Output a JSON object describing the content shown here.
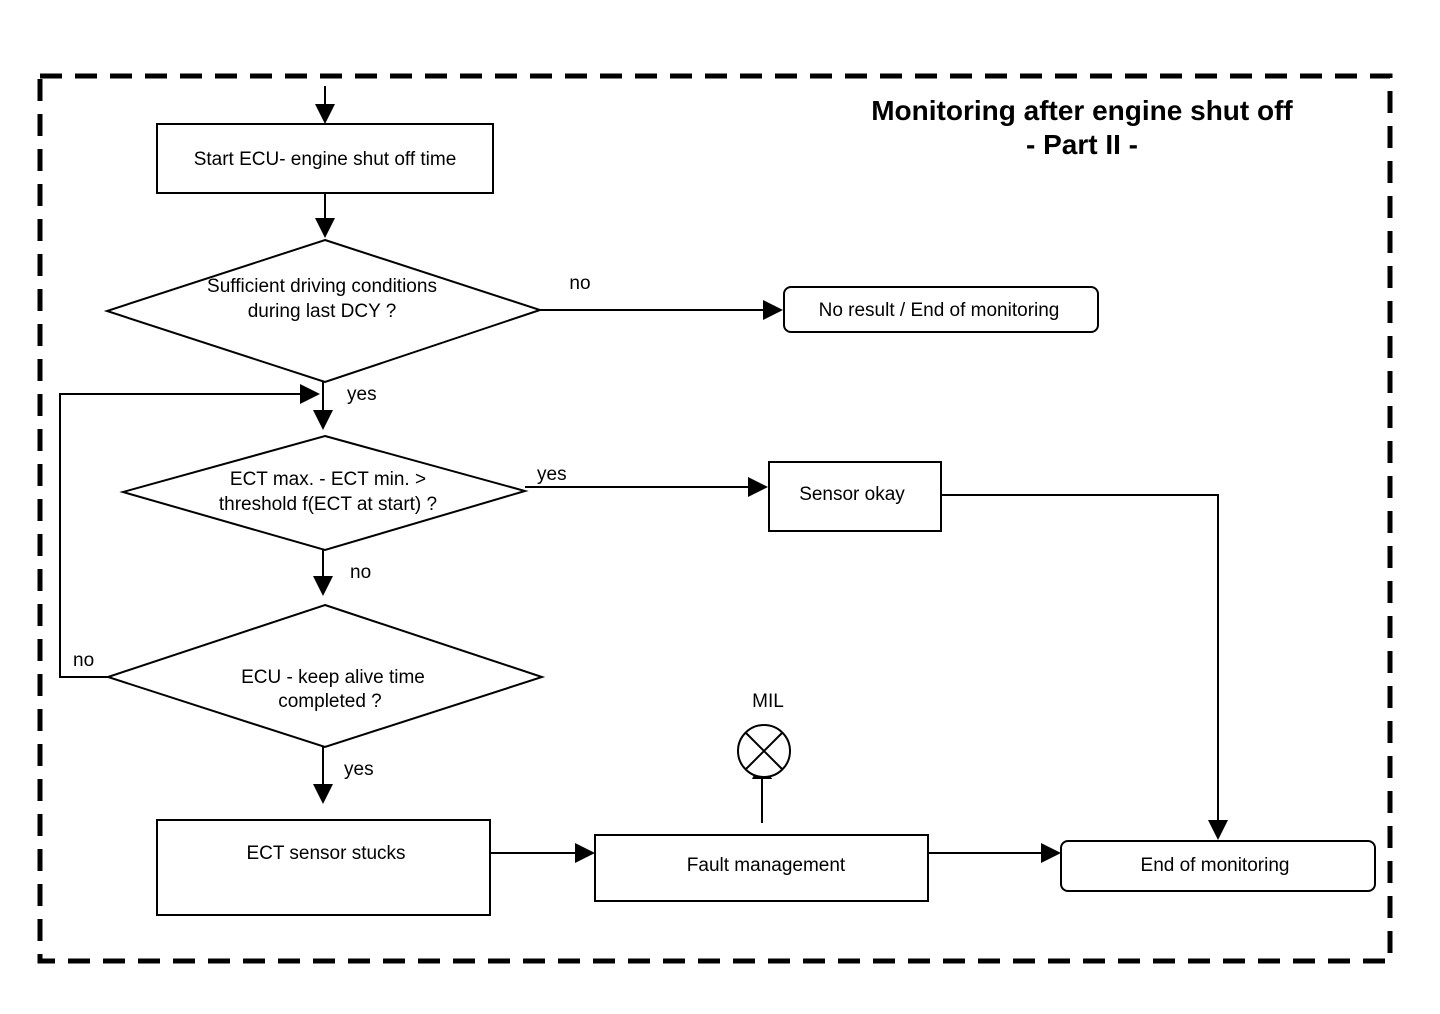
{
  "title": {
    "line1": "Monitoring after engine shut off",
    "line2": "- Part II -"
  },
  "nodes": {
    "start_box": "Start ECU- engine shut off  time",
    "decision_driving": [
      "Sufficient driving conditions",
      "during last DCY  ?"
    ],
    "no_result_box": "No result / End of monitoring",
    "decision_ect": [
      "ECT max. - ECT min. >",
      "threshold f(ECT at start) ?"
    ],
    "sensor_okay_box": "Sensor okay",
    "decision_keep_alive": [
      "ECU - keep alive time",
      "completed ?"
    ],
    "ect_stuck_box": "ECT sensor stucks",
    "fault_management_box": "Fault management",
    "end_monitoring_box": "End of monitoring",
    "mil_label": "MIL"
  },
  "edge_labels": {
    "driving_no": "no",
    "driving_yes": "yes",
    "ect_yes": "yes",
    "ect_no": "no",
    "keep_alive_no": "no",
    "keep_alive_yes": "yes"
  },
  "colors": {
    "stroke": "#000000",
    "background": "#ffffff"
  },
  "icons": {
    "mil": "mil-lamp-icon"
  }
}
